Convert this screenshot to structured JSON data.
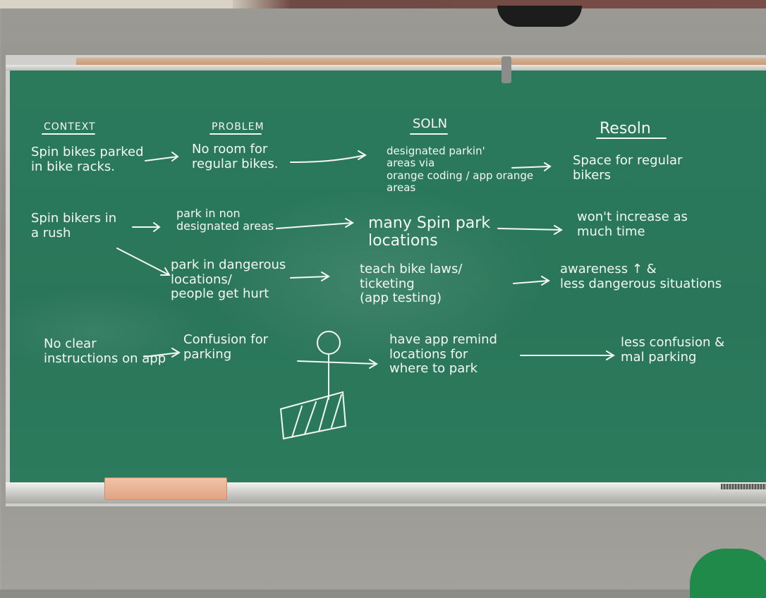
{
  "columns": {
    "context": "CONTEXT",
    "problem": "PROBLEM",
    "soln": "SOLN",
    "reson": "Resoln"
  },
  "rows": [
    {
      "context": "Spin bikes parked\nin bike racks.",
      "problem": "No room for\nregular bikes.",
      "soln": "designated parkin'\nareas via\norange coding / app orange\nareas",
      "reson": "Space for regular\nbikers"
    },
    {
      "context": "Spin bikers in\na rush",
      "problem": "park in non\ndesignated areas",
      "soln": "many Spin park\nlocations",
      "reson": "won't increase as\nmuch time"
    },
    {
      "context": "",
      "problem": "park in dangerous\nlocations/\npeople get hurt",
      "soln": "teach bike laws/\nticketing\n(app testing)",
      "reson": "awareness ↑ &\nless dangerous situations"
    },
    {
      "context": "No clear\ninstructions on app",
      "problem": "Confusion for\nparking",
      "soln": "have app remind\nlocations for\nwhere to park",
      "reson": "less confusion &\nmal parking"
    }
  ],
  "colors": {
    "board": "#2b7a5c",
    "chalk": "#f4f8f3",
    "eraser": "#e0a485"
  }
}
